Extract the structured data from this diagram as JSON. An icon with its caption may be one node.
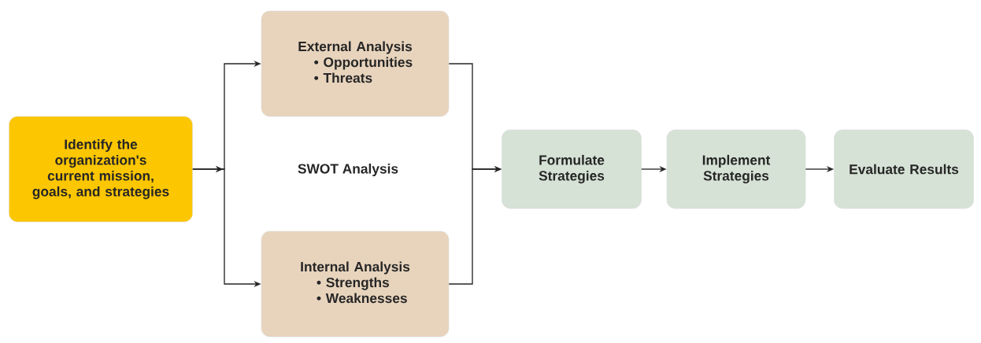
{
  "diagram": {
    "nodes": [
      {
        "text": [
          "Identify the organization's current mission, goals, and strategies"
        ]
      },
      {
        "text": [
          "External Analysis",
          "• Opportunities",
          "• Threats"
        ]
      },
      {
        "text": [
          "Internal Analysis",
          "• Strengths",
          "• Weaknesses"
        ]
      },
      {
        "text": [
          "Formulate Strategies"
        ]
      },
      {
        "text": [
          "Implement Strategies"
        ]
      },
      {
        "text": [
          "Evaluate Results"
        ]
      }
    ],
    "edges": [
      {
        "from": 0,
        "to": 1,
        "arrow": "to"
      },
      {
        "from": 0,
        "to": 2,
        "arrow": "to"
      },
      {
        "from": 1,
        "to": 3,
        "arrow": "to"
      },
      {
        "from": 2,
        "to": 3,
        "arrow": "to"
      },
      {
        "from": 3,
        "to": 4,
        "arrow": "to"
      },
      {
        "from": 4,
        "to": 5,
        "arrow": "to"
      }
    ],
    "labels": [
      "SWOT Analysis"
    ]
  }
}
